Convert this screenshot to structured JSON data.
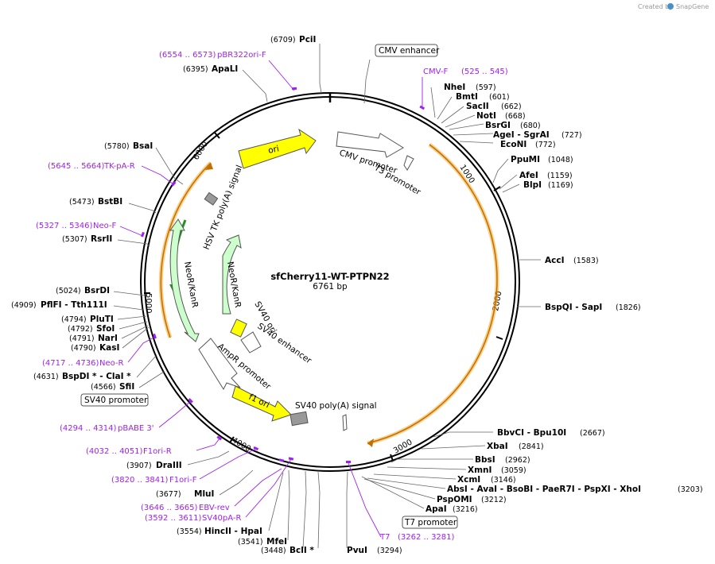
{
  "header": {
    "created_by": "Created by",
    "brand": "SnapGene"
  },
  "plasmid": {
    "name": "sfCherry11-WT-PTPN22",
    "length_label": "6761 bp"
  },
  "ticks": [
    "1000",
    "2000",
    "3000",
    "4000",
    "5000",
    "6000"
  ],
  "sites": [
    {
      "name": "PciI",
      "pos": "(6709)"
    },
    {
      "name": "ApaLI",
      "pos": "(6395)"
    },
    {
      "name": "BsaI",
      "pos": "(5780)"
    },
    {
      "name": "BstBI",
      "pos": "(5473)"
    },
    {
      "name": "RsrII",
      "pos": "(5307)"
    },
    {
      "name": "BsrDI",
      "pos": "(5024)"
    },
    {
      "name": "PflFI - Tth111I",
      "pos": "(4909)"
    },
    {
      "name": "PluTI",
      "pos": "(4794)"
    },
    {
      "name": "SfoI",
      "pos": "(4792)"
    },
    {
      "name": "NarI",
      "pos": "(4791)"
    },
    {
      "name": "KasI",
      "pos": "(4790)"
    },
    {
      "name": "BspDI * - ClaI *",
      "pos": "(4631)"
    },
    {
      "name": "SfiI",
      "pos": "(4566)"
    },
    {
      "name": "DraIII",
      "pos": "(3907)"
    },
    {
      "name": "MluI",
      "pos": "(3677)"
    },
    {
      "name": "HincII - HpaI",
      "pos": "(3554)"
    },
    {
      "name": "MfeI",
      "pos": "(3541)"
    },
    {
      "name": "BclI *",
      "pos": "(3448)"
    },
    {
      "name": "PvuI",
      "pos": "(3294)"
    },
    {
      "name": "NheI",
      "pos": "(597)"
    },
    {
      "name": "BmtI",
      "pos": "(601)"
    },
    {
      "name": "SacII",
      "pos": "(662)"
    },
    {
      "name": "NotI",
      "pos": "(668)"
    },
    {
      "name": "BsrGI",
      "pos": "(680)"
    },
    {
      "name": "AgeI - SgrAI",
      "pos": "(727)"
    },
    {
      "name": "EcoNI",
      "pos": "(772)"
    },
    {
      "name": "PpuMI",
      "pos": "(1048)"
    },
    {
      "name": "AfeI",
      "pos": "(1159)"
    },
    {
      "name": "BlpI",
      "pos": "(1169)"
    },
    {
      "name": "AccI",
      "pos": "(1583)"
    },
    {
      "name": "BspQI - SapI",
      "pos": "(1826)"
    },
    {
      "name": "BbvCI - Bpu10I",
      "pos": "(2667)"
    },
    {
      "name": "XbaI",
      "pos": "(2841)"
    },
    {
      "name": "BbsI",
      "pos": "(2962)"
    },
    {
      "name": "XmnI",
      "pos": "(3059)"
    },
    {
      "name": "XcmI",
      "pos": "(3146)"
    },
    {
      "name": "AbsI - AvaI - BsoBI - PaeR7I - PspXI - XhoI",
      "pos": "(3203)"
    },
    {
      "name": "PspOMI",
      "pos": "(3212)"
    },
    {
      "name": "ApaI",
      "pos": "(3216)"
    }
  ],
  "primers": [
    {
      "range": "(6554 .. 6573)",
      "name": "pBR322ori-F"
    },
    {
      "range": "(5645 .. 5664)",
      "name": "TK-pA-R"
    },
    {
      "range": "(5327 .. 5346)",
      "name": "Neo-F"
    },
    {
      "range": "(4717 .. 4736)",
      "name": "Neo-R"
    },
    {
      "range": "(4294 .. 4314)",
      "name": "pBABE 3'"
    },
    {
      "range": "(4032 .. 4051)",
      "name": "F1ori-R"
    },
    {
      "range": "(3820 .. 3841)",
      "name": "F1ori-F"
    },
    {
      "range": "(3646 .. 3665)",
      "name": "EBV-rev"
    },
    {
      "range": "(3592 .. 3611)",
      "name": "SV40pA-R"
    },
    {
      "range": "(3262 .. 3281)",
      "name": "T7"
    },
    {
      "range": "(525 .. 545)",
      "name": "CMV-F"
    }
  ],
  "boxed_labels": [
    "CMV enhancer",
    "SV40 promoter",
    "T7 promoter"
  ],
  "features": [
    "ori",
    "CMV promoter",
    "T3 promoter",
    "HSV TK poly(A) signal",
    "NeoR/KanR",
    "NeoR/KanR",
    "SV40 ori",
    "SV40 enhancer",
    "AmpR promoter",
    "f1 ori",
    "SV40 poly(A) signal"
  ],
  "colors": {
    "primer": "#a020f0",
    "ori": "#ffff00",
    "neo": "#ccffcc",
    "orf_orange": "#f5a623",
    "neo_green": "#2e8b2e",
    "backbone": "#000000"
  }
}
